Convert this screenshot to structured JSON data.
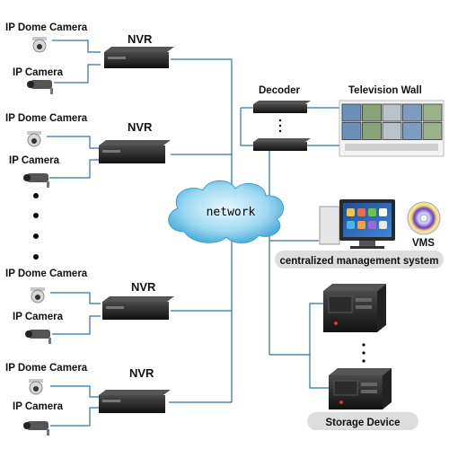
{
  "labels": {
    "dome_camera": "IP Dome Camera",
    "ip_camera": "IP Camera",
    "nvr": "NVR",
    "decoder": "Decoder",
    "tv_wall": "Television Wall",
    "network": "network",
    "vms": "VMS",
    "cms": "centralized management system",
    "storage": "Storage Device"
  },
  "colors": {
    "line": "#2e6fb0",
    "cloud_light": "#bfe8f8",
    "cloud_dark": "#4fb6e0",
    "device": "#1e1e1e",
    "caption_bg": "#d9d9d9"
  },
  "icons": [
    "dome-camera-icon",
    "bullet-camera-icon",
    "nvr-icon",
    "decoder-icon",
    "tv-wall-icon",
    "monitor-icon",
    "cd-icon",
    "server-icon",
    "cloud-icon"
  ]
}
